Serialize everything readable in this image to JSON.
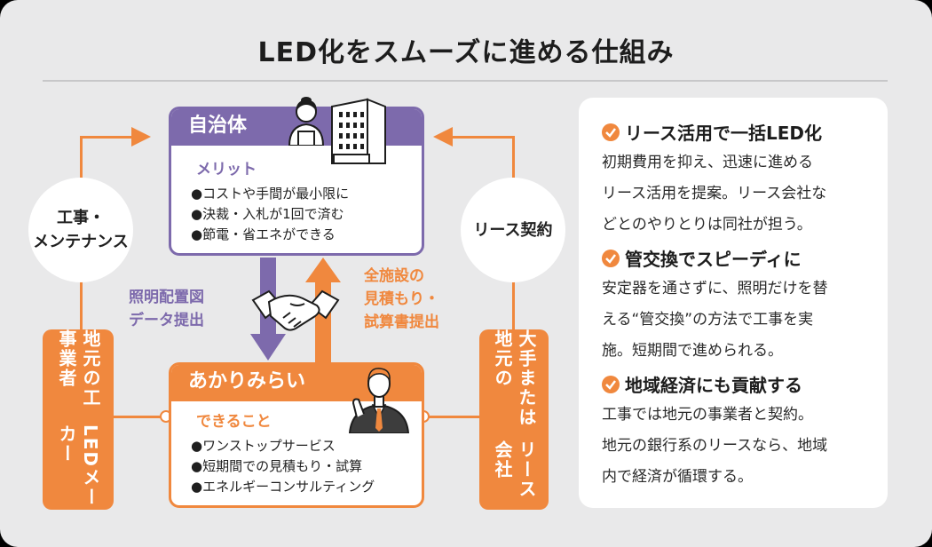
{
  "title": "LED化をスムーズに進める仕組み",
  "left_circle": {
    "line1": "工事・",
    "line2": "メンテナンス"
  },
  "right_circle": {
    "label": "リース契約"
  },
  "left_vcard": {
    "line1": "地元の工事業者",
    "line2": "LEDメーカー"
  },
  "right_vcard": {
    "line1": "大手または地元の",
    "line2": "リース会社"
  },
  "municipality": {
    "title": "自治体",
    "subtitle": "メリット",
    "items": [
      "●コストや手間が最小限に",
      "●決裁・入札が1回で済む",
      "●節電・省エネができる"
    ]
  },
  "akari": {
    "title": "あかりみらい",
    "subtitle": "できること",
    "items": [
      "●ワンストップサービス",
      "●短期間での見積もり・試算",
      "●エネルギーコンサルティング"
    ]
  },
  "flow_left": {
    "line1": "照明配置図",
    "line2": "データ提出"
  },
  "flow_right": {
    "line1": "全施設の",
    "line2": "見積もり・",
    "line3": "試算書提出"
  },
  "panel": {
    "sections": [
      {
        "heading": "リース活用で一括LED化",
        "lines": [
          "初期費用を抑え、迅速に進める",
          "リース活用を提案。リース会社な",
          "どとのやりとりは同社が担う。"
        ]
      },
      {
        "heading": "管交換でスピーディに",
        "lines": [
          "安定器を通さずに、照明だけを替",
          "える“管交換”の方法で工事を実",
          "施。短期間で進められる。"
        ]
      },
      {
        "heading": "地域経済にも貢献する",
        "lines": [
          "工事では地元の事業者と契約。",
          "地元の銀行系のリースなら、地域",
          "内で経済が循環する。"
        ]
      }
    ]
  },
  "colors": {
    "purple": "#7d6aac",
    "orange": "#f0883e",
    "background": "#e9e9ea"
  },
  "icons": [
    "woman-icon",
    "building-icon",
    "handshake-icon",
    "businessman-icon",
    "check-icon"
  ]
}
